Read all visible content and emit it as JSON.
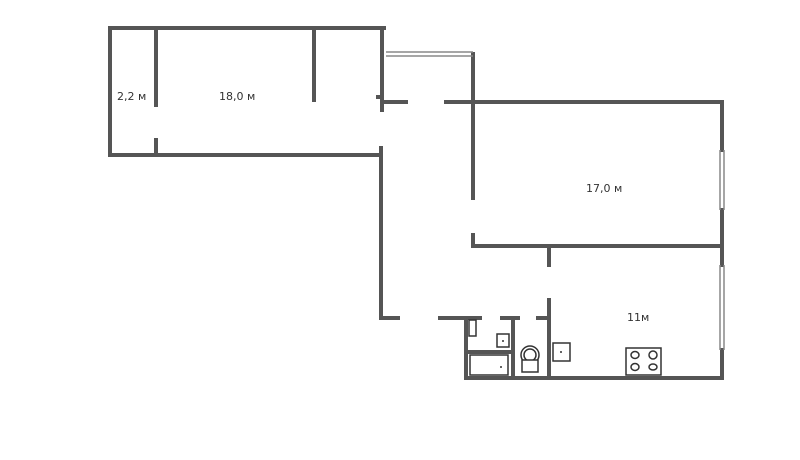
{
  "rooms": [
    {
      "id": "storage",
      "area_label": "2,2 м"
    },
    {
      "id": "room-1",
      "area_label": "18,0 м"
    },
    {
      "id": "room-2",
      "area_label": "17,0 м"
    },
    {
      "id": "kitchen",
      "area_label": "11м"
    }
  ],
  "colors": {
    "wall": "#555555",
    "background": "#ffffff"
  }
}
